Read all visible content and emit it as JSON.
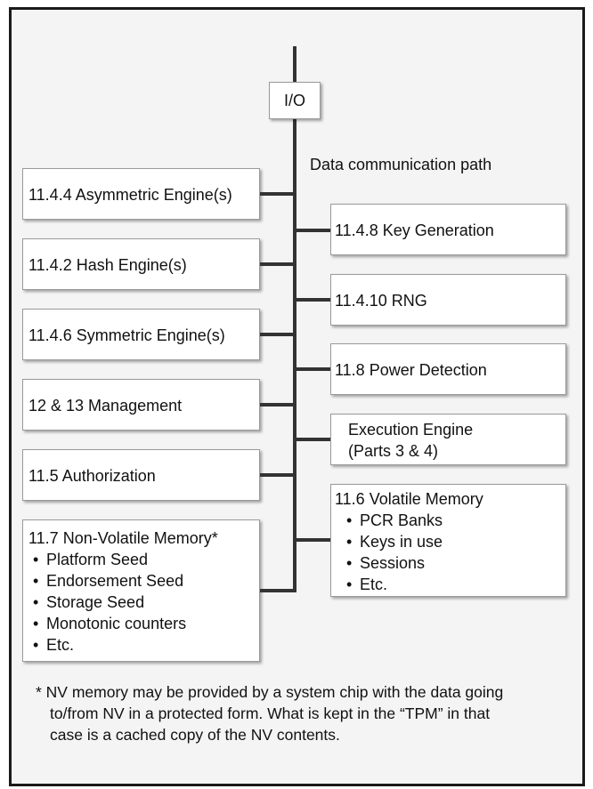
{
  "io_label": "I/O",
  "bus_label": "Data communication path",
  "left_boxes": [
    {
      "title": "11.4.4 Asymmetric Engine(s)"
    },
    {
      "title": "11.4.2 Hash Engine(s)"
    },
    {
      "title": "11.4.6 Symmetric Engine(s)"
    },
    {
      "title": "12 & 13 Management"
    },
    {
      "title": "11.5 Authorization"
    },
    {
      "title": "11.7 Non-Volatile Memory*",
      "items": [
        "Platform Seed",
        "Endorsement Seed",
        "Storage Seed",
        "Monotonic counters",
        "Etc."
      ]
    }
  ],
  "right_boxes": [
    {
      "title": "11.4.8 Key Generation"
    },
    {
      "title": "11.4.10 RNG"
    },
    {
      "title": "11.8 Power Detection"
    },
    {
      "title": "Execution Engine",
      "subtitle": "(Parts 3 & 4)"
    },
    {
      "title": "11.6 Volatile Memory",
      "items": [
        "PCR Banks",
        "Keys in use",
        "Sessions",
        "Etc."
      ]
    }
  ],
  "footnote": {
    "line1": "* NV memory may be provided by a system chip with the data going",
    "line2": "to/from NV in a protected form.  What is kept in the “TPM” in that",
    "line3": "case is a cached copy of the NV contents."
  }
}
